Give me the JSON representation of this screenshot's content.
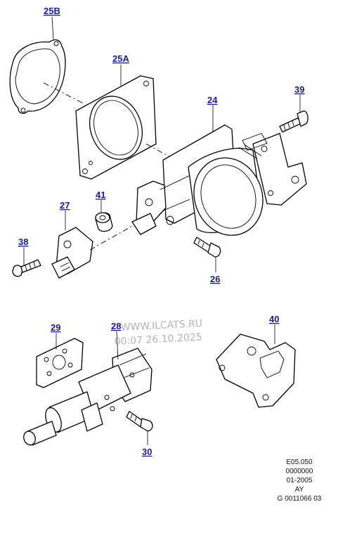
{
  "parts": {
    "p25b": "25B",
    "p25a": "25A",
    "p24": "24",
    "p39": "39",
    "p27": "27",
    "p41": "41",
    "p38": "38",
    "p26": "26",
    "p29": "29",
    "p28": "28",
    "p40": "40",
    "p30": "30"
  },
  "watermark": {
    "line1": "WWW.ILCATS.RU",
    "line2": "00:07 26.10.2025"
  },
  "reference": {
    "line1": "E05.050",
    "line2": "0000000",
    "line3": "01-2005",
    "line4": "AY",
    "line5": "G 0011066 03"
  },
  "colors": {
    "label": "#1a1a9c",
    "line": "#000000",
    "watermark": "#9a9a9a"
  }
}
